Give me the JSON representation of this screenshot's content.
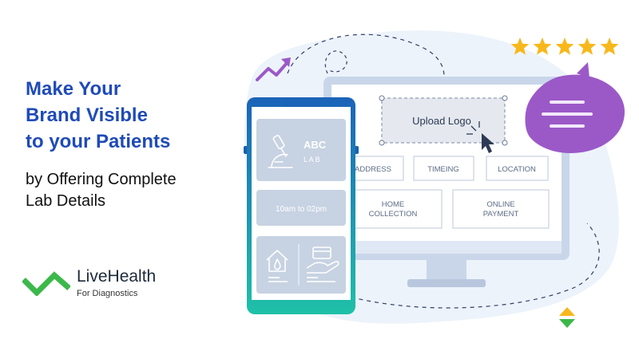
{
  "hero": {
    "headline_line1": "Make Your",
    "headline_line2": "Brand Visible",
    "headline_line3": "to your Patients",
    "sub_line1": "by Offering Complete",
    "sub_line2": "Lab Details"
  },
  "brand": {
    "name": "LiveHealth",
    "tagline": "For Diagnostics"
  },
  "phone": {
    "lab_name_top": "ABC",
    "lab_name_bottom": "L A B",
    "hours": "10am to 02pm"
  },
  "monitor": {
    "upload_label": "Upload Logo",
    "fields": [
      "ADDRESS",
      "TIMEING",
      "LOCATION"
    ],
    "home_collection_line1": "HOME",
    "home_collection_line2": "COLLECTION",
    "online_payment_line1": "ONLINE",
    "online_payment_line2": "PAYMENT"
  },
  "rating": {
    "stars": 5,
    "max": 5
  },
  "colors": {
    "headline": "#1f4bb8",
    "accent_green": "#3cb84a",
    "star": "#f7b81c",
    "bubble": "#9b59c8",
    "phone_gradient_top": "#1b63b8",
    "phone_gradient_bottom": "#1fc1a8"
  }
}
